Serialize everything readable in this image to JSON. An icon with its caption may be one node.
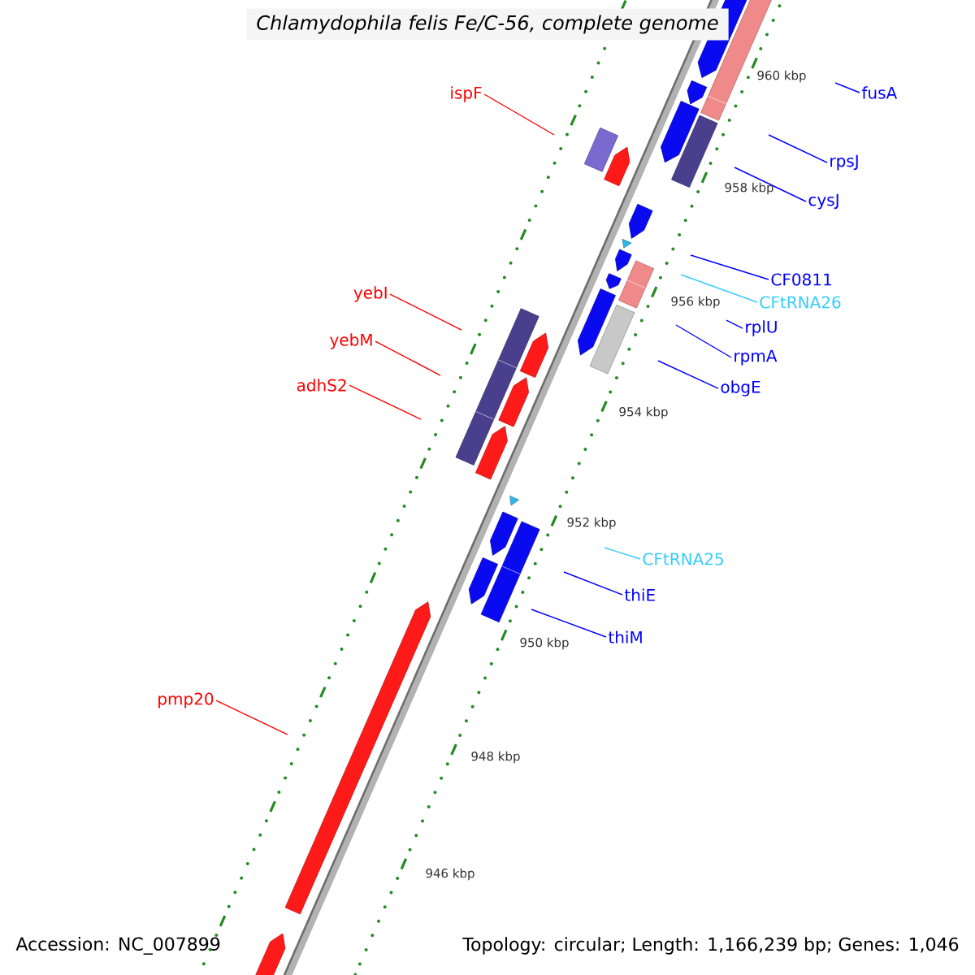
{
  "diagram": {
    "title": "Chlamydophila felis Fe/C-56, complete genome",
    "nodes": [
      {
        "text": [
          "fusA"
        ]
      },
      {
        "text": [
          "ispF"
        ]
      },
      {
        "text": [
          "rpsJ"
        ]
      },
      {
        "text": [
          "cysJ"
        ]
      },
      {
        "text": [
          "CF0811"
        ]
      },
      {
        "text": [
          "CFtRNA26"
        ]
      },
      {
        "text": [
          "yebI"
        ]
      },
      {
        "text": [
          "rplU"
        ]
      },
      {
        "text": [
          "yebM"
        ]
      },
      {
        "text": [
          "rpmA"
        ]
      },
      {
        "text": [
          "obgE"
        ]
      },
      {
        "text": [
          "adhS2"
        ]
      },
      {
        "text": [
          "CFtRNA25"
        ]
      },
      {
        "text": [
          "thiE"
        ]
      },
      {
        "text": [
          "thiM"
        ]
      },
      {
        "text": [
          "pmp20"
        ]
      }
    ],
    "edges": [
      {
        "from": 0,
        "to": null,
        "arrow": "none"
      },
      {
        "from": 1,
        "to": null,
        "arrow": "none",
        "color": "#ff0000"
      },
      {
        "from": 2,
        "to": null,
        "arrow": "none"
      },
      {
        "from": 3,
        "to": null,
        "arrow": "none"
      },
      {
        "from": 4,
        "to": null,
        "arrow": "none"
      },
      {
        "from": 5,
        "to": null,
        "arrow": "none",
        "color": "#33ccff"
      },
      {
        "from": 6,
        "to": null,
        "arrow": "none",
        "color": "#ff0000"
      },
      {
        "from": 7,
        "to": null,
        "arrow": "none"
      },
      {
        "from": 8,
        "to": null,
        "arrow": "none",
        "color": "#ff0000"
      },
      {
        "from": 9,
        "to": null,
        "arrow": "none"
      },
      {
        "from": 10,
        "to": null,
        "arrow": "none"
      },
      {
        "from": 11,
        "to": null,
        "arrow": "none",
        "color": "#ff0000"
      },
      {
        "from": 12,
        "to": null,
        "arrow": "none",
        "color": "#33ccff"
      },
      {
        "from": 13,
        "to": null,
        "arrow": "none"
      },
      {
        "from": 14,
        "to": null,
        "arrow": "none"
      },
      {
        "from": 15,
        "to": null,
        "arrow": "none",
        "color": "#ff0000"
      }
    ],
    "labels": [
      "960 kbp",
      "958 kbp",
      "956 kbp",
      "954 kbp",
      "952 kbp",
      "950 kbp",
      "948 kbp",
      "946 kbp",
      "Accession: NC_007899",
      "Topology: circular; Length: 1,166,239 bp; Genes: 1,046"
    ]
  }
}
